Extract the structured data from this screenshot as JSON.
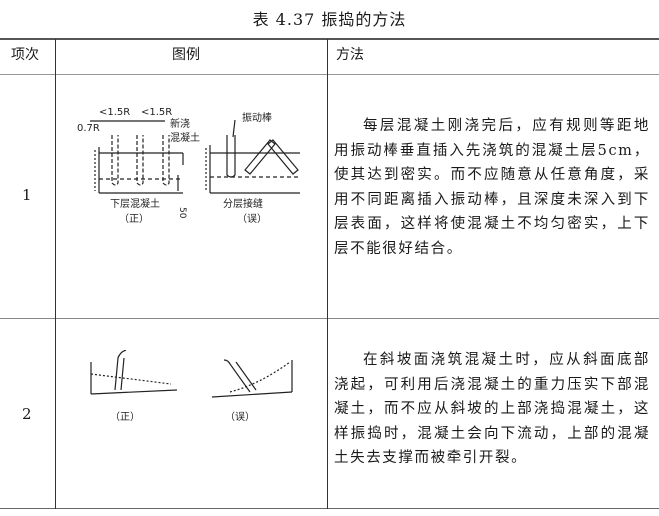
{
  "title": "表 4.37   振捣的方法",
  "headers": {
    "item": "项次",
    "figure": "图例",
    "method": "方法"
  },
  "rows": [
    {
      "item": "1",
      "figure_labels": {
        "spacing_a": "<1.5R",
        "spacing_b": "<1.5R",
        "edge": "0.7R",
        "new_pour_1": "新浇",
        "new_pour_2": "混凝土",
        "lower_layer": "下层混凝土",
        "depth": "50",
        "vibrator": "振动棒",
        "layer_joint": "分层接缝",
        "correct": "（正）",
        "wrong": "（误）"
      },
      "method": "每层混凝土刚浇完后，应有规则等距地用振动棒垂直插入先浇筑的混凝土层5cm，使其达到密实。而不应随意从任意角度，采用不同距离插入振动棒，且深度未深入到下层表面，这样将使混凝土不均匀密实，上下层不能很好结合。"
    },
    {
      "item": "2",
      "figure_labels": {
        "correct": "（正）",
        "wrong": "（误）"
      },
      "method": "在斜坡面浇筑混凝土时，应从斜面底部浇起，可利用后浇混凝土的重力压实下部混凝土，而不应从斜坡的上部浇捣混凝土，这样振捣时，混凝土会向下流动，上部的混凝土失去支撑而被牵引开裂。"
    }
  ]
}
